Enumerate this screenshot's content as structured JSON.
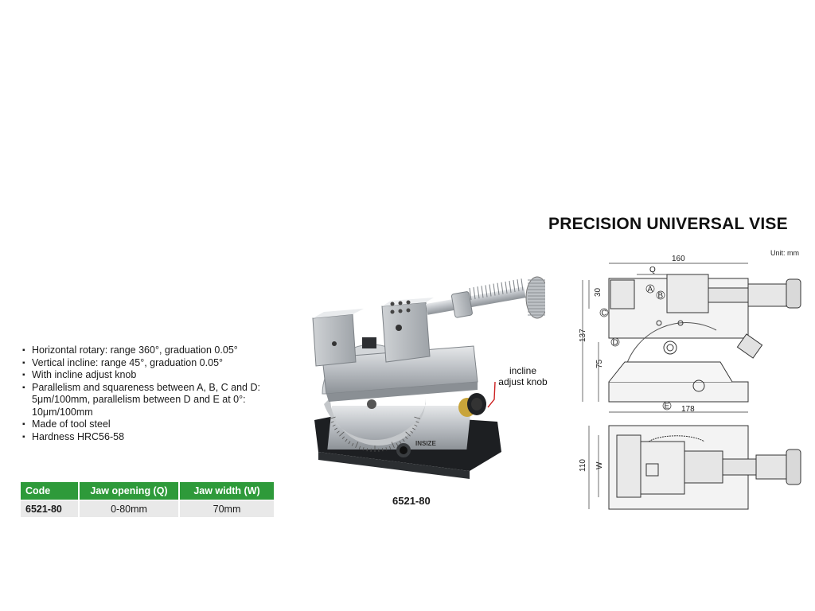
{
  "title": "PRECISION UNIVERSAL VISE",
  "unit": "Unit: mm",
  "features": [
    "Horizontal rotary: range 360°, graduation 0.05°",
    "Vertical incline: range 45°, graduation 0.05°",
    "With incline adjust knob",
    "Parallelism and squareness between A, B, C and D: 5μm/100mm, parallelism between D and E at 0°: 10μm/100mm",
    "Made of tool steel",
    "Hardness HRC56-58"
  ],
  "table": {
    "headers": [
      "Code",
      "Jaw opening (Q)",
      "Jaw width (W)"
    ],
    "rows": [
      [
        "6521-80",
        "0-80mm",
        "70mm"
      ]
    ]
  },
  "photo": {
    "caption": "6521-80",
    "knob_label": [
      "incline",
      "adjust knob"
    ],
    "brand": "INSIZE",
    "accent_color": "#c8a43a",
    "callout_color": "#cc1f1f"
  },
  "drawing": {
    "dims": {
      "length_top": "160",
      "jaw_opening": "Q",
      "jaw_height": "30",
      "total_height": "137",
      "base_height": "75",
      "base_length": "178",
      "depth": "110",
      "width": "W"
    },
    "ref_marks": [
      "A",
      "B",
      "C",
      "D",
      "E"
    ]
  }
}
